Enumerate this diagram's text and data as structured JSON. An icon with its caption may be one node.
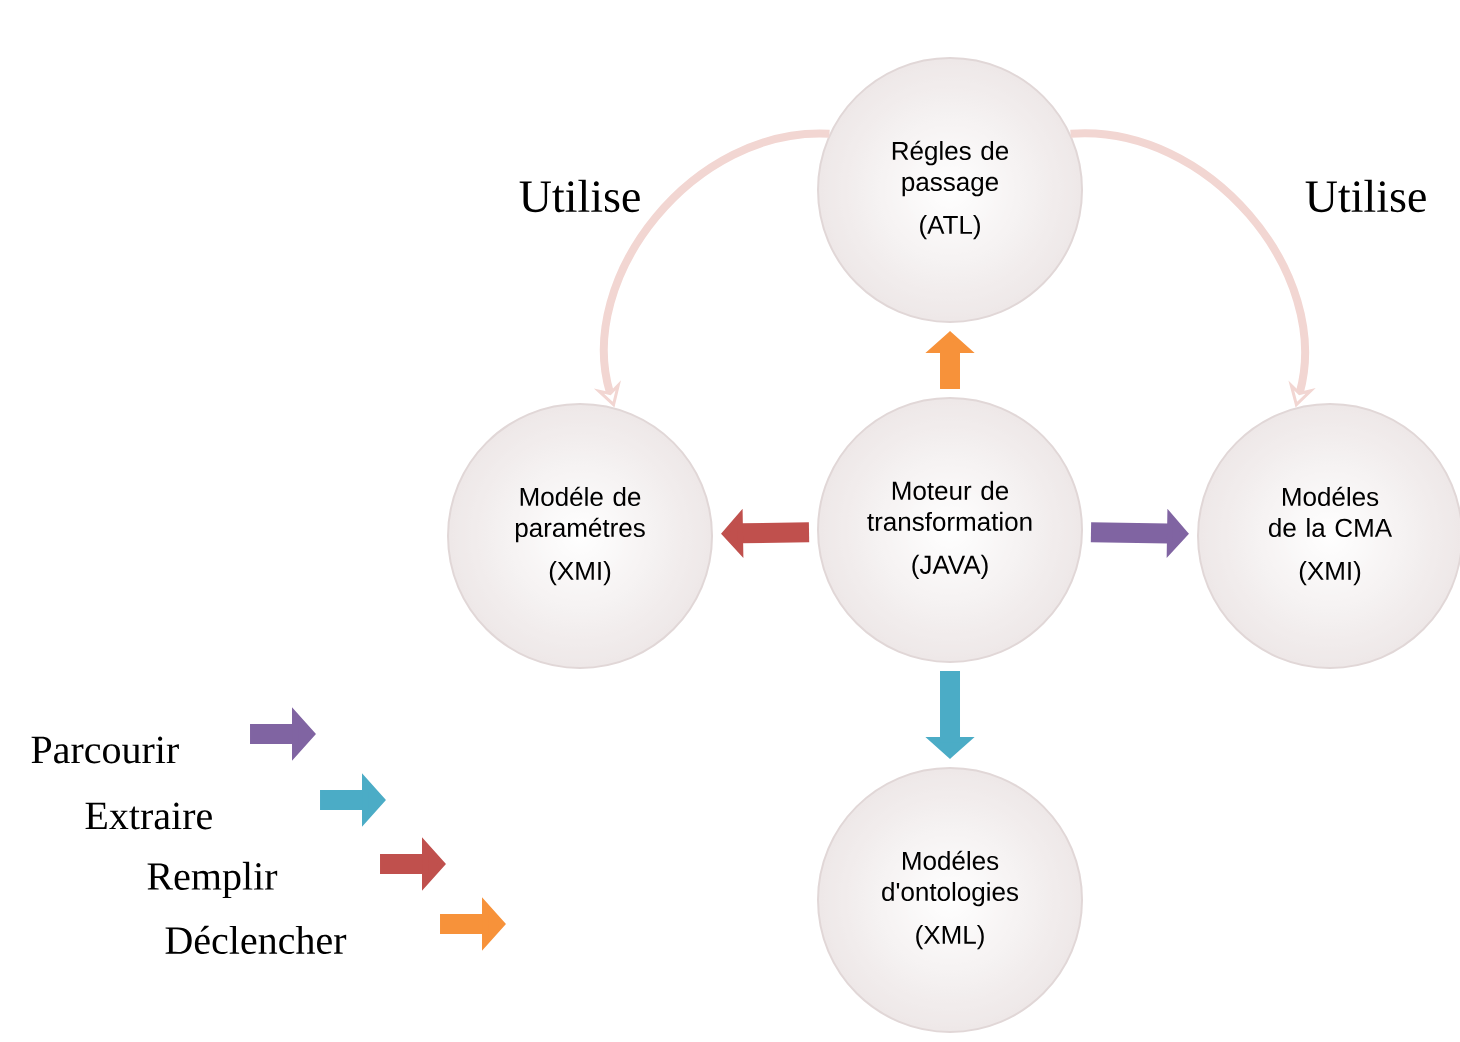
{
  "diagram": {
    "nodes": [
      {
        "text": [
          "Régles de passage",
          "(ATL)"
        ]
      },
      {
        "text": [
          "Modéle de paramétres",
          "(XMI)"
        ]
      },
      {
        "text": [
          "Moteur de transformation",
          "(JAVA)"
        ]
      },
      {
        "text": [
          "Modéles de la CMA",
          "(XMI)"
        ]
      },
      {
        "text": [
          "Modéles d'ontologies",
          "(XML)"
        ]
      }
    ],
    "edges": [
      {
        "from": 2,
        "to": 0,
        "arrow": "to",
        "color": "#f7923a"
      },
      {
        "from": 2,
        "to": 1,
        "arrow": "to",
        "color": "#c0504d"
      },
      {
        "from": 2,
        "to": 3,
        "arrow": "to",
        "color": "#8064a2"
      },
      {
        "from": 2,
        "to": 4,
        "arrow": "to",
        "color": "#4bacc6"
      },
      {
        "from": 0,
        "to": 1,
        "arrow": "to",
        "label": "Utilise",
        "color": "#f2d6d2"
      },
      {
        "from": 0,
        "to": 3,
        "arrow": "to",
        "label": "Utilise",
        "color": "#f2d6d2"
      }
    ],
    "legend": [
      {
        "text": "Parcourir",
        "color": "#8064a2"
      },
      {
        "text": "Extraire",
        "color": "#4bacc6"
      },
      {
        "text": "Remplir",
        "color": "#c0504d"
      },
      {
        "text": "Déclencher",
        "color": "#f7923a"
      }
    ]
  }
}
